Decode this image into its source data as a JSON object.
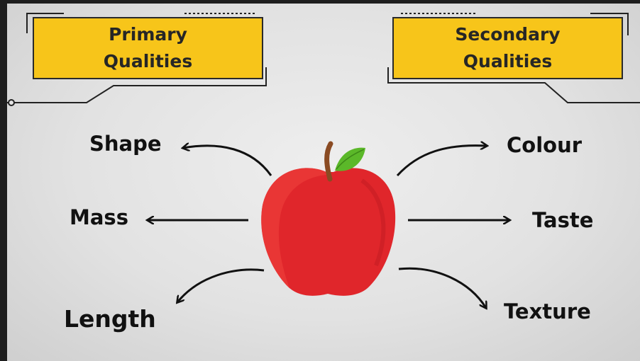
{
  "primary": {
    "title": "Primary Qualities",
    "items": [
      "Shape",
      "Mass",
      "Length"
    ]
  },
  "secondary": {
    "title": "Secondary Qualities",
    "items": [
      "Colour",
      "Taste",
      "Texture"
    ]
  },
  "colors": {
    "box": "#f7c51a",
    "apple": "#e0262b",
    "leaf": "#5bb829",
    "stem": "#8a4b23",
    "background": "#e4e4e4"
  },
  "icons": [
    "apple-icon",
    "arrow-icon"
  ]
}
